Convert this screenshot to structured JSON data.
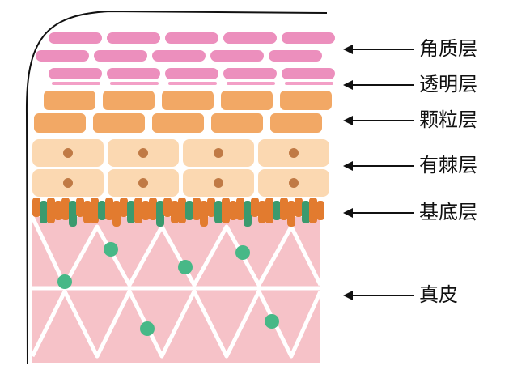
{
  "colors": {
    "corneum": "#ec8fbd",
    "lucidum": "#f3a0c7",
    "granulosum": "#f2a865",
    "spinosum_cell": "#fbd8b1",
    "nucleus": "#c07a45",
    "basale_orange": "#e27b2f",
    "basale_green": "#3b9a6e",
    "dermis": "#f6c2c8",
    "dot": "#47b887",
    "line": "#111111"
  },
  "labels": [
    {
      "id": "stratum-corneum",
      "text": "角质层"
    },
    {
      "id": "stratum-lucidum",
      "text": "透明层"
    },
    {
      "id": "stratum-granulosum",
      "text": "颗粒层"
    },
    {
      "id": "stratum-spinosum",
      "text": "有棘层"
    },
    {
      "id": "stratum-basale",
      "text": "基底层"
    },
    {
      "id": "dermis",
      "text": "真皮"
    }
  ]
}
